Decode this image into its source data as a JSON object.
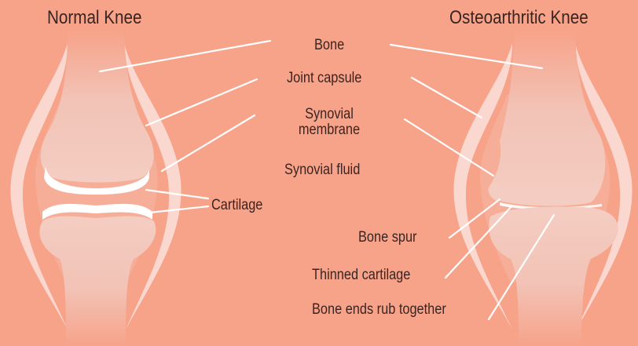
{
  "titles": {
    "normal": "Normal Knee",
    "osteo": "Osteoarthritic Knee"
  },
  "labels": {
    "bone": "Bone",
    "joint_capsule": "Joint capsule",
    "synovial_membrane_line1": "Synovial",
    "synovial_membrane_line2": "membrane",
    "synovial_fluid": "Synovial fluid",
    "cartilage": "Cartilage",
    "bone_spur": "Bone spur",
    "thinned_cartilage": "Thinned cartilage",
    "bone_ends_rub": "Bone ends rub together"
  },
  "colors": {
    "background": "#f7a38a",
    "bone": "#f2c3b6",
    "capsule": "#fbe2da",
    "cartilage": "#ffffff",
    "leader_line": "#ffffff",
    "text": "#3b2420"
  }
}
